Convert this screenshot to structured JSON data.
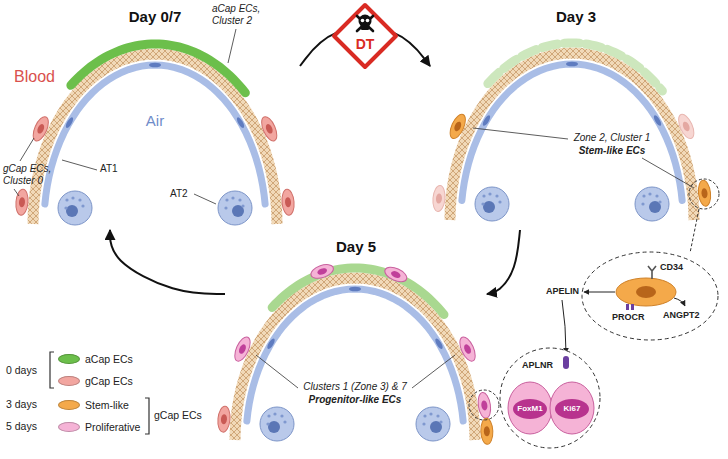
{
  "diagram": {
    "nodes": [
      {
        "text": [
          "Day 0/7"
        ]
      },
      {
        "text": [
          "DT"
        ]
      },
      {
        "text": [
          "Day 3"
        ]
      },
      {
        "text": [
          "Day 5"
        ]
      }
    ],
    "edges": [
      {
        "from": 0,
        "to": 2,
        "arrow": "to"
      },
      {
        "from": 2,
        "to": 3,
        "arrow": "to"
      },
      {
        "from": 3,
        "to": 0,
        "arrow": "to"
      }
    ],
    "labels": [
      "aCap ECs, Cluster 2",
      "Blood",
      "Air",
      "AT1",
      "AT2",
      "gCap ECs, Cluster 0",
      "Zone 2, Cluster 1",
      "Stem-like ECs",
      "CD34",
      "APELIN",
      "PROCR",
      "ANGPT2",
      "APLNR",
      "FoxM1",
      "Ki67",
      "Clusters 1 (Zone 3) & 7",
      "Progenitor-like ECs",
      "0 days",
      "3 days",
      "5 days",
      "gCap ECs"
    ],
    "legend": [
      {
        "text": "aCap ECs",
        "color": "#6cbf4b"
      },
      {
        "text": "gCap ECs",
        "color": "#f2a6a0"
      },
      {
        "text": "Stem-like",
        "color": "#f4a94a"
      },
      {
        "text": "Proliferative",
        "color": "#f5b3d6"
      }
    ]
  }
}
